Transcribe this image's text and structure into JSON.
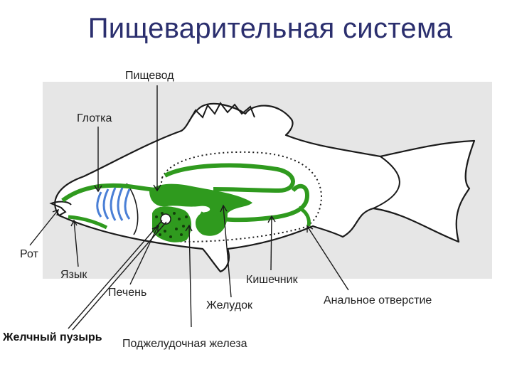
{
  "title": "Пищеварительная система",
  "labels": {
    "esophagus": "Пищевод",
    "pharynx": "Глотка",
    "mouth": "Рот",
    "tongue": "Язык",
    "liver": "Печень",
    "intestine": "Кишечник",
    "stomach": "Желудок",
    "anus": "Анальное отверстие",
    "gallbladder": "Желчный пузырь",
    "pancreas": "Поджелудочная железа"
  },
  "colors": {
    "title": "#2b2f6e",
    "organ_green": "#2f9a1e",
    "gill_blue": "#4a7fd6",
    "liver_dark": "#1d6b12",
    "figure_bg": "#e6e6e6"
  }
}
